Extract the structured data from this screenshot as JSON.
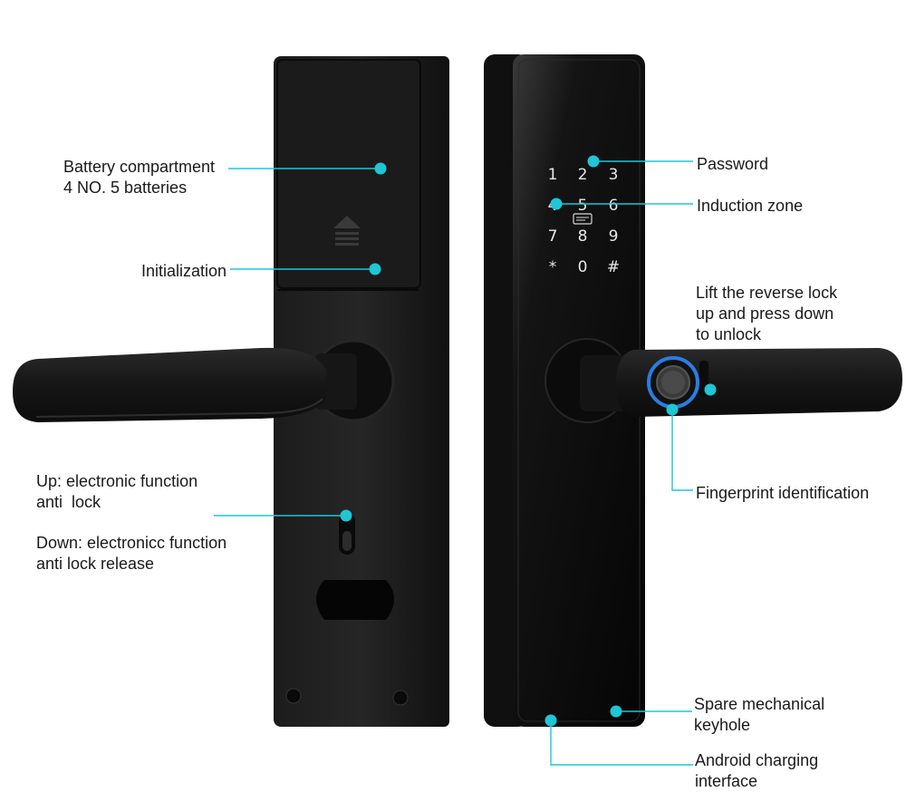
{
  "colors": {
    "accent": "#1fc6d6",
    "device": "#141414",
    "text": "#1a1a1a"
  },
  "keypad": {
    "keys": [
      "1",
      "2",
      "3",
      "4",
      "5",
      "6",
      "7",
      "8",
      "9",
      "*",
      "0",
      "#"
    ]
  },
  "labels": {
    "battery": {
      "line1": "Battery compartment",
      "line2": "4 NO. 5 batteries"
    },
    "initialization": "Initialization",
    "anti_lock_up": {
      "line1": "Up: electronic function",
      "line2": "anti  lock"
    },
    "anti_lock_down": {
      "line1": "Down: electronicc function",
      "line2": "anti lock release"
    },
    "password": "Password",
    "induction": "Induction zone",
    "reverse_lock": {
      "line1": "Lift the reverse lock",
      "line2": "up and press down",
      "line3": "to unlock"
    },
    "fingerprint": "Fingerprint identification",
    "keyhole": {
      "line1": "Spare mechanical",
      "line2": "keyhole"
    },
    "charging": {
      "line1": "Android charging",
      "line2": "interface"
    }
  }
}
